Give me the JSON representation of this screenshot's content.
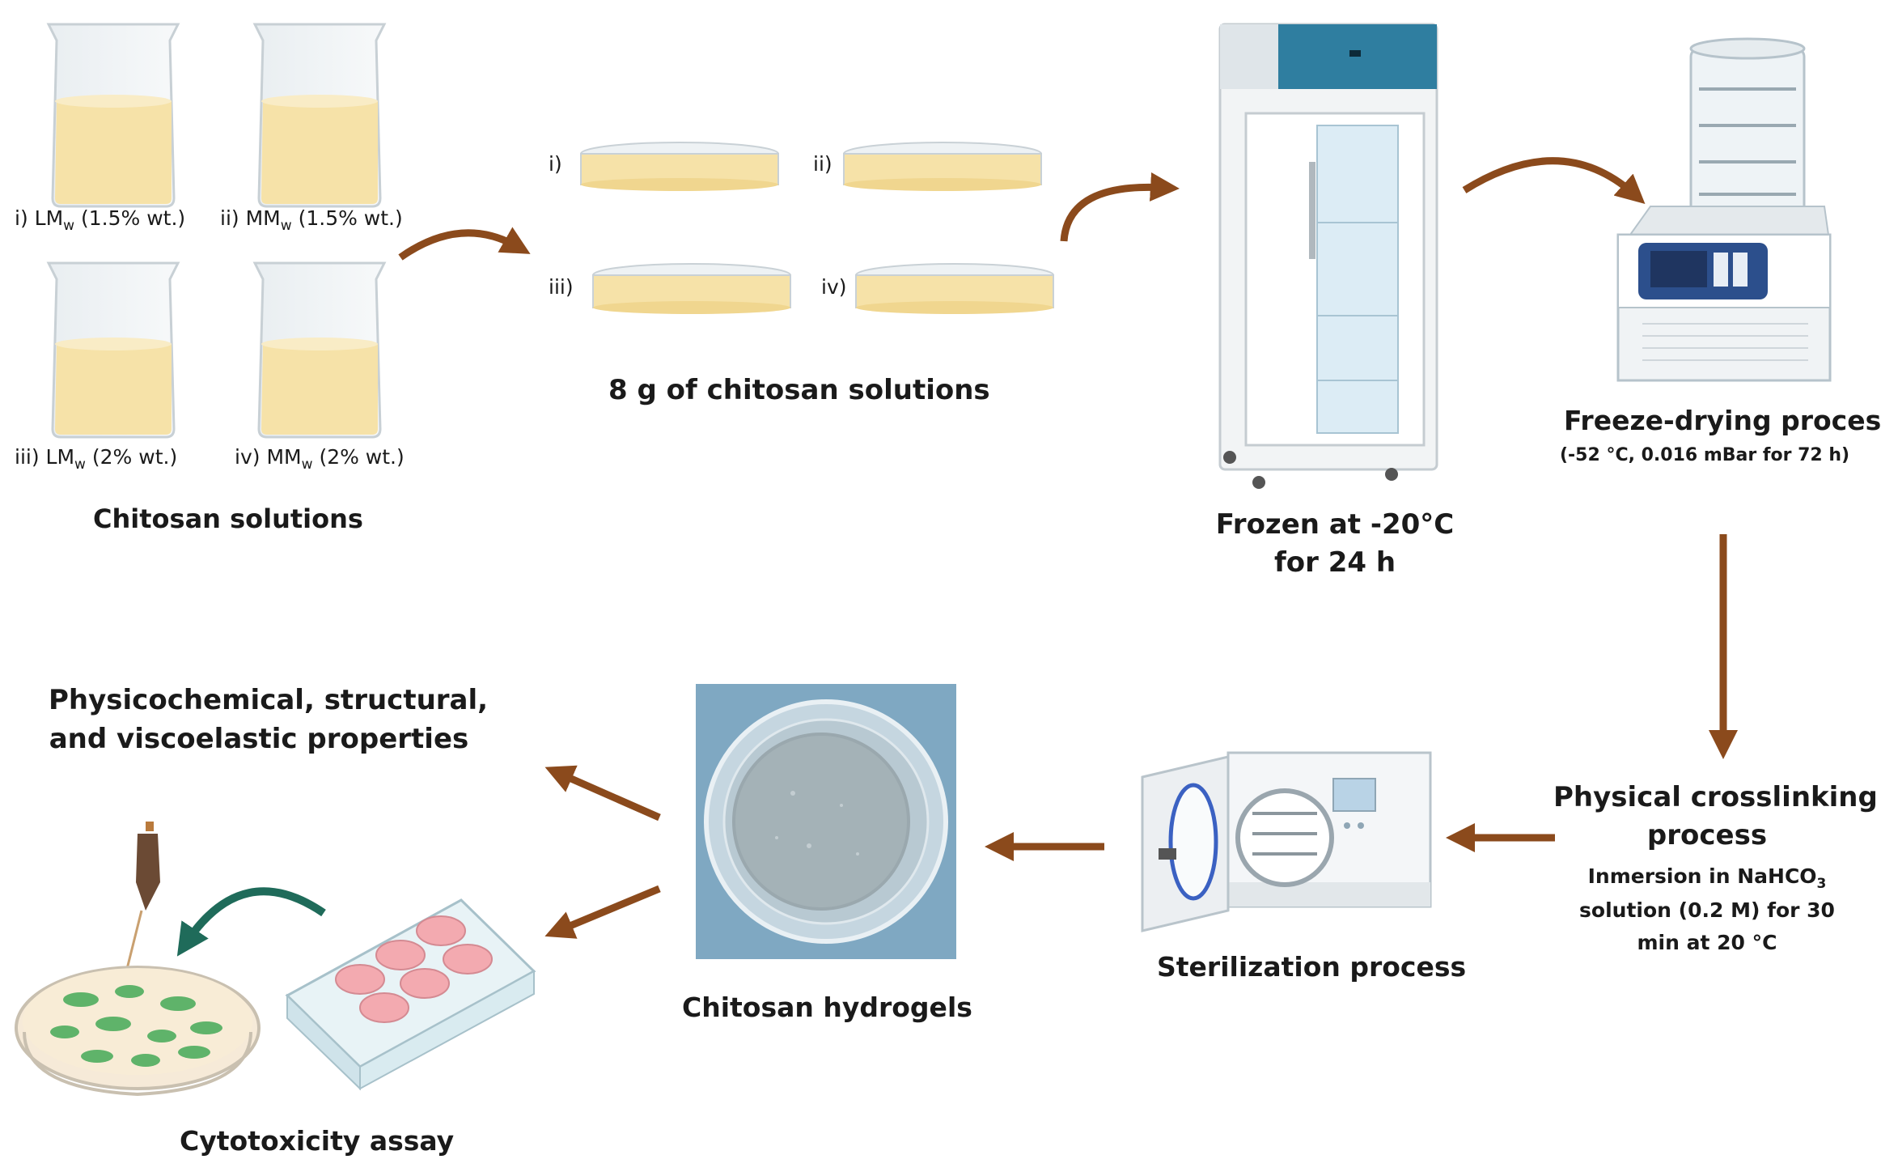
{
  "solutions": {
    "caption": "Chitosan solutions",
    "beakers": [
      {
        "label": "i) LM",
        "sub": "w",
        "suffix": " (1.5% wt.)"
      },
      {
        "label": "ii) MM",
        "sub": "w",
        "suffix": " (1.5% wt.)"
      },
      {
        "label": "iii) LM",
        "sub": "w",
        "suffix": " (2% wt.)"
      },
      {
        "label": "iv) MM",
        "sub": "w",
        "suffix": " (2% wt.)"
      }
    ]
  },
  "dishes": {
    "caption": "8 g of chitosan solutions",
    "labels": [
      "i)",
      "ii)",
      "iii)",
      "iv)"
    ]
  },
  "freezer": {
    "line1": "Frozen at -20°C",
    "line2": "for 24 h"
  },
  "freeze_drying": {
    "title": "Freeze-drying process",
    "detail": "(-52 °C, 0.016 mBar for 72 h)"
  },
  "crosslinking": {
    "title_line1": "Physical crosslinking",
    "title_line2": "process",
    "detail_line1_a": "Inmersion in  NaHCO",
    "detail_line1_sub": "3",
    "detail_line2": "solution (0.2 M) for 30",
    "detail_line3": "min at 20 °C"
  },
  "sterilization": {
    "caption": "Sterilization process"
  },
  "hydrogels": {
    "caption": "Chitosan hydrogels"
  },
  "properties": {
    "line1": "Physicochemical, structural,",
    "line2": "and viscoelastic properties"
  },
  "cytotoxicity": {
    "caption": "Cytotoxicity assay"
  },
  "colors": {
    "arrow": "#8b4a1c",
    "curve_arrow": "#1f6b5a",
    "liquid": "#f6e2a8",
    "freezer_top": "#2f7ea0",
    "cell": "#5fb36a",
    "well": "#f3aab0"
  }
}
